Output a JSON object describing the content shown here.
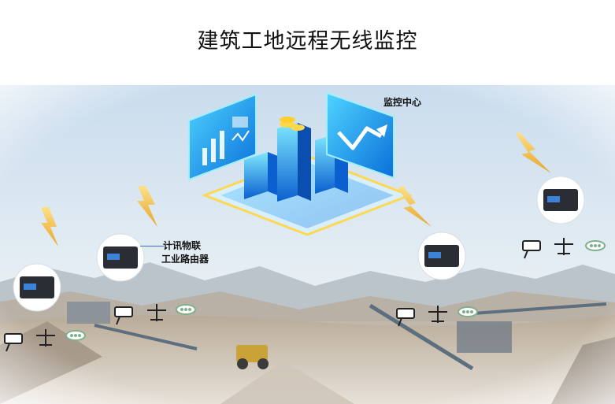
{
  "title": "建筑工地远程无线监控",
  "labels": {
    "monitor_center": "监控中心",
    "router_line1": "计讯物联",
    "router_line2": "工业路由器"
  },
  "colors": {
    "sky": "#dbe8f2",
    "ground": "#d8cfc2",
    "platform_glow": "#1ea0ff",
    "lightning": "#f6c242"
  }
}
